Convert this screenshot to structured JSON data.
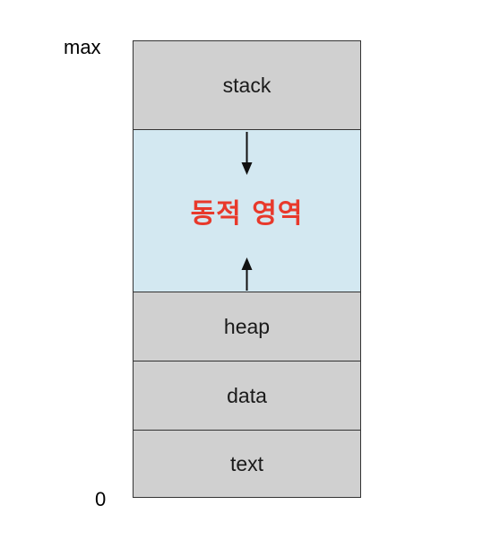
{
  "axis": {
    "max_label": "max",
    "min_label": "0"
  },
  "segments": {
    "stack": "stack",
    "dynamic": "동적 영역",
    "heap": "heap",
    "data": "data",
    "text": "text"
  },
  "colors": {
    "segment_fill": "#d0d0d0",
    "dynamic_fill": "#d3e8f1",
    "dynamic_text": "#e8392b",
    "border": "#333333"
  }
}
